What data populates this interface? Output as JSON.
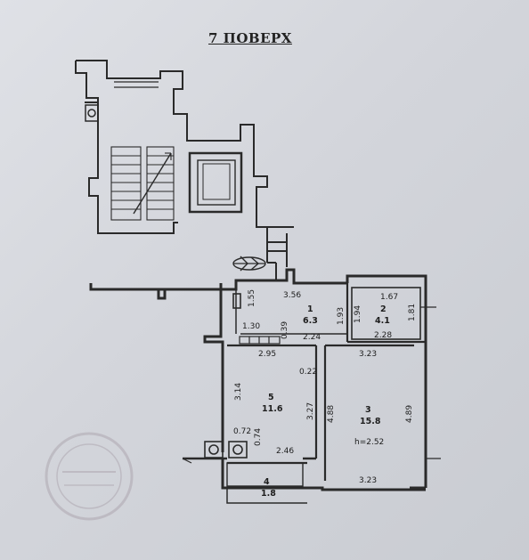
{
  "title": "7 ПОВЕРХ",
  "rooms": [
    {
      "number": "1",
      "area": "6.3"
    },
    {
      "number": "2",
      "area": "4.1"
    },
    {
      "number": "3",
      "area": "15.8"
    },
    {
      "number": "4",
      "area": "1.8"
    },
    {
      "number": "5",
      "area": "11.6"
    }
  ],
  "ceiling_height": "h=2.52",
  "dimensions": {
    "hall_top": "3.56",
    "hall_left": "1.55",
    "hall_bottom": "1.30",
    "hall_gap": "0.39",
    "hall_bottom_right": "2.24",
    "hall_right": "1.93",
    "bath_left": "1.94",
    "bath_top": "1.67",
    "bath_right": "1.81",
    "bath_bottom": "2.28",
    "kitchen_top": "2.95",
    "kitchen_wall": "0.22",
    "kitchen_left": "3.14",
    "kitchen_right": "3.27",
    "kitchen_niche_w": "0.72",
    "kitchen_niche_h": "0.74",
    "balcony_top": "2.46",
    "room_top": "3.23",
    "room_left": "4.88",
    "room_right": "4.89",
    "room_bottom": "3.23"
  },
  "colors": {
    "wall": "#2a2a2a",
    "paper": "#dcdee3",
    "stamp": "#9a8e99"
  }
}
